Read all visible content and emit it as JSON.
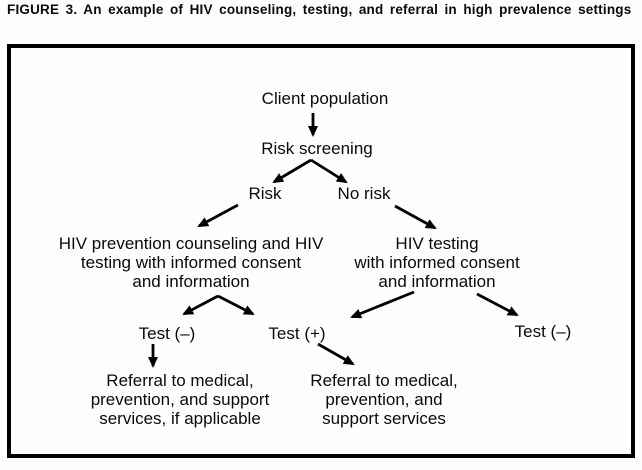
{
  "figure": {
    "title": "FIGURE 3. An example of HIV counseling, testing, and referral in high prevalence settings"
  },
  "flowchart": {
    "nodes": {
      "client_population": "Client population",
      "risk_screening": "Risk screening",
      "risk": "Risk",
      "no_risk": "No risk",
      "hiv_prevention_counseling": "HIV prevention counseling and HIV\ntesting with informed consent\nand information",
      "hiv_testing": "HIV testing\nwith informed consent\nand information",
      "test_negative_left": "Test (–)",
      "test_positive": "Test (+)",
      "test_negative_right": "Test (–)",
      "referral_if_applicable": "Referral to medical,\nprevention, and support\nservices, if applicable",
      "referral": "Referral to medical,\nprevention, and\nsupport services"
    },
    "edges": [
      {
        "from": "client_population",
        "to": "risk_screening"
      },
      {
        "from": "risk_screening",
        "to": "risk"
      },
      {
        "from": "risk_screening",
        "to": "no_risk"
      },
      {
        "from": "risk",
        "to": "hiv_prevention_counseling"
      },
      {
        "from": "no_risk",
        "to": "hiv_testing"
      },
      {
        "from": "hiv_prevention_counseling",
        "to": "test_negative_left"
      },
      {
        "from": "hiv_prevention_counseling",
        "to": "test_positive"
      },
      {
        "from": "hiv_testing",
        "to": "test_positive"
      },
      {
        "from": "hiv_testing",
        "to": "test_negative_right"
      },
      {
        "from": "test_negative_left",
        "to": "referral_if_applicable"
      },
      {
        "from": "test_positive",
        "to": "referral"
      }
    ]
  },
  "colors": {
    "text": "#0a0a0a",
    "border": "#000000",
    "background": "#ffffff"
  }
}
